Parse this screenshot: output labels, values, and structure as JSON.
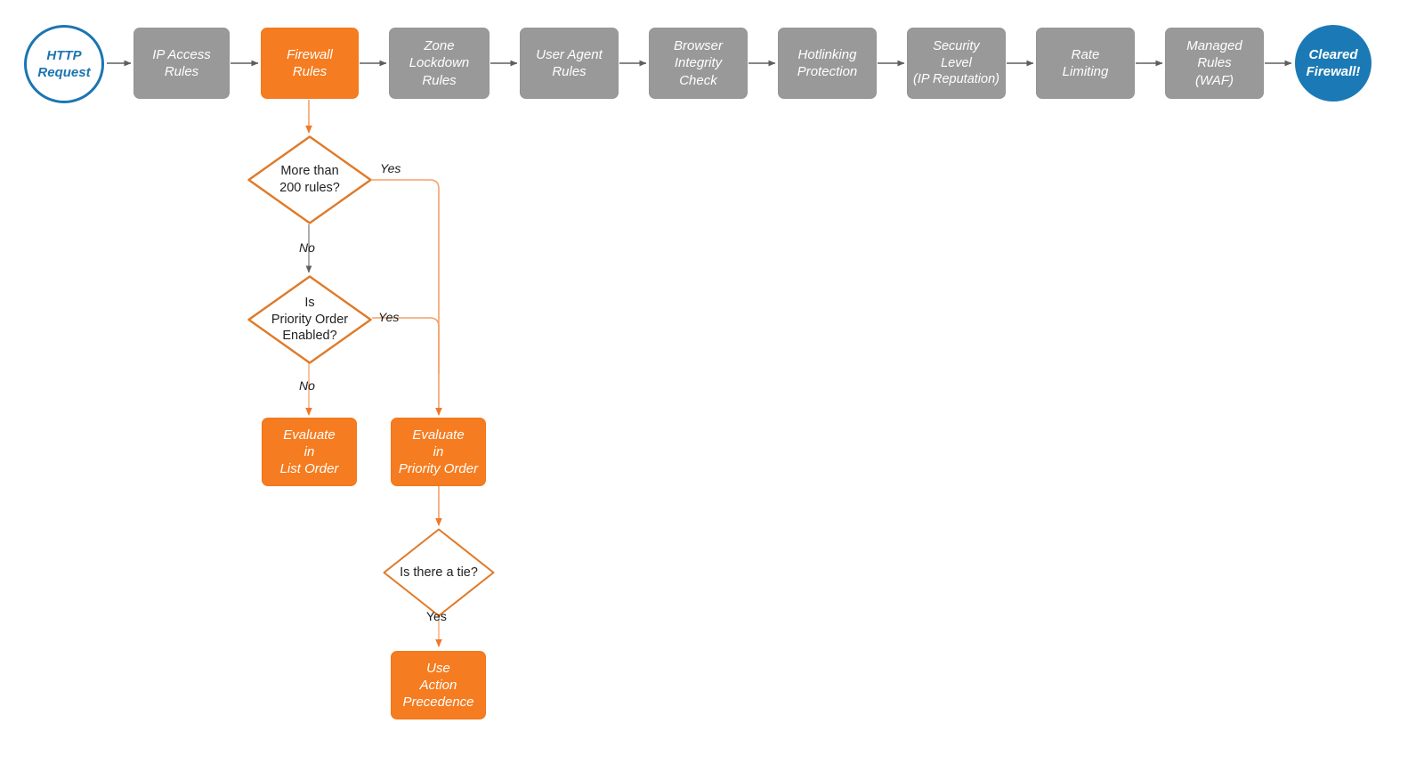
{
  "diagram": {
    "title": "Cloudflare firewall evaluation order flowchart",
    "colors": {
      "gray_node": "#999999",
      "orange_node": "#f57c20",
      "blue_start_border": "#1b75b2",
      "blue_end_fill": "#1b7ab5",
      "orange_edge": "#f08a3c",
      "gray_edge": "#5e5e5e",
      "background": "#ffffff"
    },
    "pipeline": [
      {
        "id": "http-request",
        "label": "HTTP\nRequest",
        "shape": "circle",
        "style": "start"
      },
      {
        "id": "ip-access-rules",
        "label": "IP Access\nRules",
        "shape": "box",
        "style": "gray"
      },
      {
        "id": "firewall-rules",
        "label": "Firewall\nRules",
        "shape": "box",
        "style": "orange"
      },
      {
        "id": "zone-lockdown-rules",
        "label": "Zone\nLockdown\nRules",
        "shape": "box",
        "style": "gray"
      },
      {
        "id": "user-agent-rules",
        "label": "User Agent\nRules",
        "shape": "box",
        "style": "gray"
      },
      {
        "id": "browser-integrity",
        "label": "Browser\nIntegrity\nCheck",
        "shape": "box",
        "style": "gray"
      },
      {
        "id": "hotlinking",
        "label": "Hotlinking\nProtection",
        "shape": "box",
        "style": "gray"
      },
      {
        "id": "security-level",
        "label": "Security\nLevel\n(IP Reputation)",
        "shape": "box",
        "style": "gray"
      },
      {
        "id": "rate-limiting",
        "label": "Rate\nLimiting",
        "shape": "box",
        "style": "gray"
      },
      {
        "id": "managed-rules",
        "label": "Managed\nRules\n(WAF)",
        "shape": "box",
        "style": "gray"
      },
      {
        "id": "cleared-firewall",
        "label": "Cleared\nFirewall!",
        "shape": "circle",
        "style": "end"
      }
    ],
    "decisions": [
      {
        "id": "more-than-200-rules",
        "label": "More than\n200 rules?"
      },
      {
        "id": "is-priority-order",
        "label": "Is\nPriority Order\nEnabled?"
      },
      {
        "id": "is-there-a-tie",
        "label": "Is there a tie?"
      }
    ],
    "outcomes": [
      {
        "id": "evaluate-list-order",
        "label": "Evaluate\nin\nList Order"
      },
      {
        "id": "evaluate-priority-order",
        "label": "Evaluate\nin\nPriority Order"
      },
      {
        "id": "use-action-precedence",
        "label": "Use\nAction\nPrecedence"
      }
    ],
    "edge_labels": {
      "more_than_200_yes": "Yes",
      "more_than_200_no": "No",
      "priority_order_yes": "Yes",
      "priority_order_no": "No",
      "tie_yes": "Yes"
    }
  }
}
